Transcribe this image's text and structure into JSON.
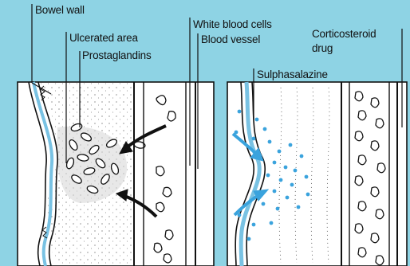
{
  "labels": {
    "bowel_wall": "Bowel wall",
    "ulcerated_area": "Ulcerated area",
    "prostaglandins": "Prostaglandins",
    "white_blood_cells": "White blood cells",
    "blood_vessel": "Blood vessel",
    "corticosteroid": "Corticosteroid",
    "drug": "drug",
    "sulphasalazine": "Sulphasalazine"
  },
  "colors": {
    "background": "#8ed3e4",
    "panel": "#ffffff",
    "ink": "#111111",
    "drug_blue": "#3aa3dd",
    "vessel_wall_blue": "#79c2e3"
  }
}
